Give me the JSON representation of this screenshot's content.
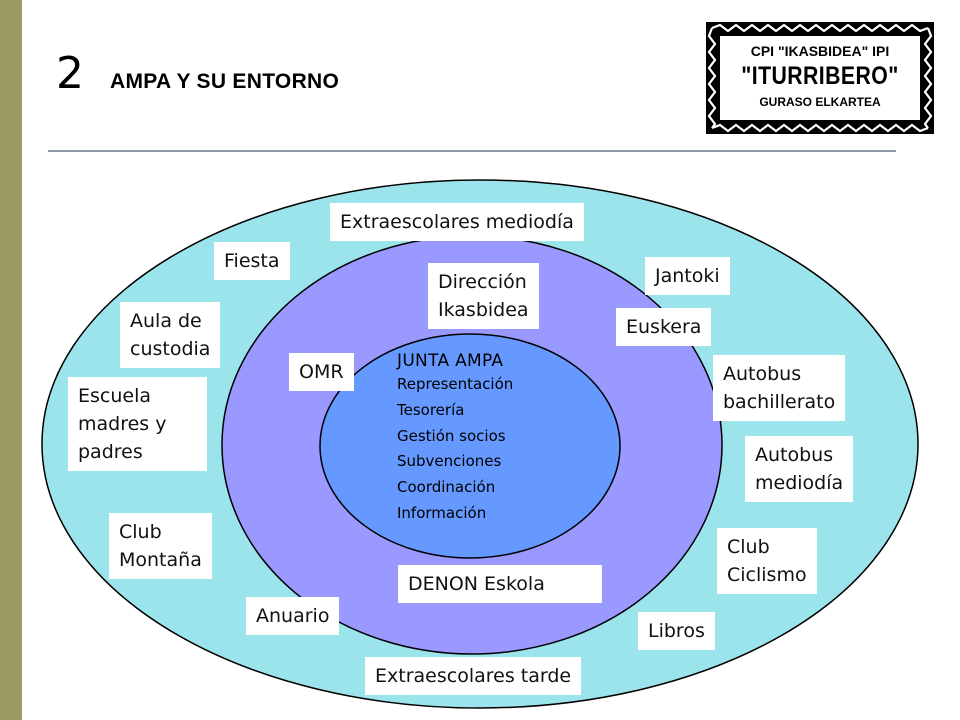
{
  "slide": {
    "number": "2",
    "title": "AMPA Y SU ENTORNO"
  },
  "logo": {
    "line1": "CPI \"IKASBIDEA\" IPI",
    "line2": "\"ITURRIBERO\"",
    "line3": "GURASO ELKARTEA"
  },
  "colors": {
    "left_bar": "#9a9a63",
    "outer_ring": "#9ce4ec",
    "middle_ring": "#9999ff",
    "inner_ring": "#6699ff",
    "rule": "#8e9aaa"
  },
  "inner": {
    "title": "JUNTA AMPA",
    "items": [
      "Representación",
      "Tesorería",
      "Gestión socios",
      "Subvenciones",
      "Coordinación",
      "Información"
    ]
  },
  "middle_labels": {
    "direccion": [
      "Dirección",
      "Ikasbidea"
    ],
    "omr": "OMR",
    "euskera": "Euskera",
    "denon": "DENON Eskola"
  },
  "outer_labels": {
    "extraescolares_mediodia": "Extraescolares mediodía",
    "fiesta": "Fiesta",
    "jantoki": "Jantoki",
    "aula": [
      "Aula de",
      "custodia"
    ],
    "escuela": [
      "Escuela",
      "madres y",
      "padres"
    ],
    "autobus_bachillerato": [
      "Autobus",
      "bachillerato"
    ],
    "autobus_mediodia": [
      "Autobus",
      "mediodía"
    ],
    "club_montana": [
      "Club",
      "Montaña"
    ],
    "club_ciclismo": [
      "Club",
      "Ciclismo"
    ],
    "anuario": "Anuario",
    "libros": "Libros",
    "extraescolares_tarde": "Extraescolares tarde"
  }
}
